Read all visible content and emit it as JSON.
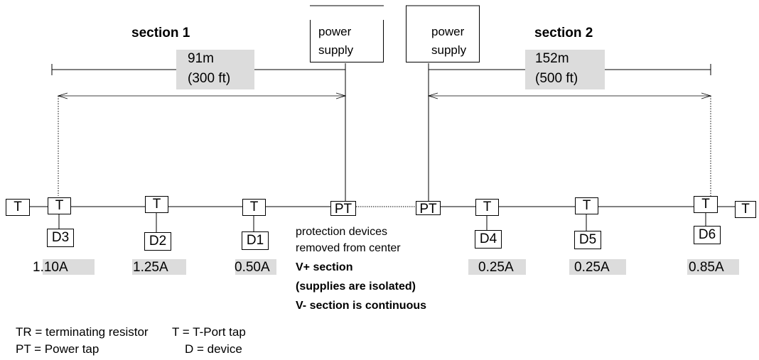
{
  "sections": {
    "section1": "section 1",
    "section2": "section 2"
  },
  "power_supplies": {
    "left": {
      "line1": "power",
      "line2": "supply"
    },
    "right": {
      "line1": "power",
      "line2": "supply"
    }
  },
  "distances": {
    "left": {
      "metric": "91m",
      "imperial": "(300 ft)"
    },
    "right": {
      "metric": "152m",
      "imperial": "(500 ft)"
    }
  },
  "trunk_boxes": {
    "terminator_left": "T",
    "tap_d3": "T",
    "tap_d2": "T",
    "tap_d1": "T",
    "power_tap_left": "PT",
    "power_tap_right": "PT",
    "tap_d4": "T",
    "tap_d5": "T",
    "tap_d6": "T",
    "terminator_right": "T"
  },
  "devices": [
    {
      "label": "D3",
      "current": "1.10A"
    },
    {
      "label": "D2",
      "current": "1.25A"
    },
    {
      "label": "D1",
      "current": "0.50A"
    },
    {
      "label": "D4",
      "current": "0.25A"
    },
    {
      "label": "D5",
      "current": "0.25A"
    },
    {
      "label": "D6",
      "current": "0.85A"
    }
  ],
  "notes": {
    "line1": "protection devices",
    "line2": "removed from center",
    "line3": "V+ section",
    "line4": "(supplies are isolated)",
    "line5": "V- section is continuous"
  },
  "legend": {
    "tr": "TR = terminating resistor",
    "t": "T = T-Port tap",
    "pt": "PT = Power tap",
    "d": "D = device"
  }
}
